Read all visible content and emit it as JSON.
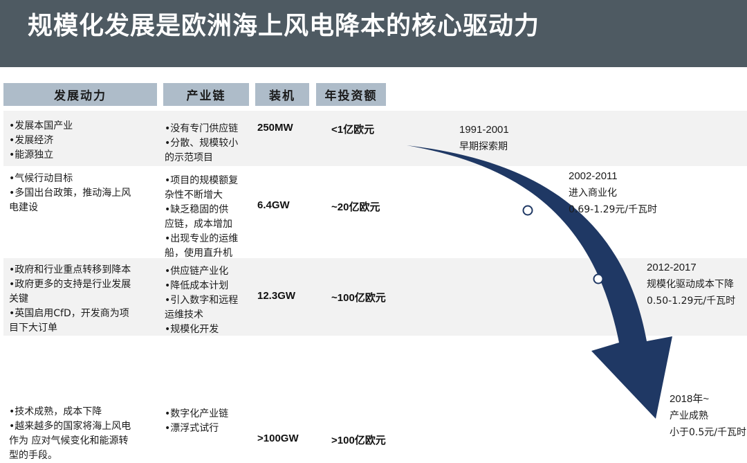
{
  "title": "规模化发展是欧洲海上风电降本的核心驱动力",
  "headers": {
    "drivers": "发展动力",
    "supply_chain": "产业链",
    "capacity": "装机",
    "investment": "年投资额"
  },
  "rows": [
    {
      "drivers": [
        "•发展本国产业",
        "•发展经济",
        "•能源独立"
      ],
      "supply_chain": [
        "•没有专门供应链",
        "•分散、规模较小",
        "的示范项目"
      ],
      "capacity": "250MW",
      "investment": "<1亿欧元"
    },
    {
      "drivers": [
        "•气候行动目标",
        "•多国出台政策，推动海上风",
        "电建设"
      ],
      "supply_chain": [
        "•项目的规模额复",
        "杂性不断增大",
        " •缺乏稳固的供",
        "应链，成本增加",
        "•出现专业的运维",
        "船，使用直升机"
      ],
      "capacity": "6.4GW",
      "investment": "~20亿欧元"
    },
    {
      "drivers": [
        "•政府和行业重点转移到降本",
        " •政府更多的支持是行业发展",
        "关键",
        "•英国启用CfD，开发商为项",
        "目下大订单"
      ],
      "supply_chain": [
        "•供应链产业化",
        "•降低成本计划",
        "•引入数字和远程",
        "运维技术",
        " •规模化开发"
      ],
      "capacity": "12.3GW",
      "investment": "~100亿欧元"
    },
    {
      "drivers": [
        "•技术成熟，成本下降",
        " •越来越多的国家将海上风电",
        "作为 应对气候变化和能源转",
        "型的手段。"
      ],
      "supply_chain": [
        "•数字化产业链",
        "•漂浮式试行"
      ],
      "capacity": ">100GW",
      "investment": ">100亿欧元"
    }
  ],
  "phases": [
    {
      "years": "1991-2001",
      "stage": "早期探索期",
      "cost": ""
    },
    {
      "years": "2002-2011",
      "stage": "进入商业化",
      "cost": "0.69-1.29元/千瓦时"
    },
    {
      "years": "2012-2017",
      "stage": "规模化驱动成本下降",
      "cost": "0.50-1.29元/千瓦时"
    },
    {
      "years": "2018年~",
      "stage": "产业成熟",
      "cost": "小于0.5元/千瓦时"
    }
  ],
  "colors": {
    "title_bar": "#4e5a62",
    "header_fill": "#aebcc9",
    "row_band": "#f2f2f2",
    "arrow": "#1f3864"
  }
}
